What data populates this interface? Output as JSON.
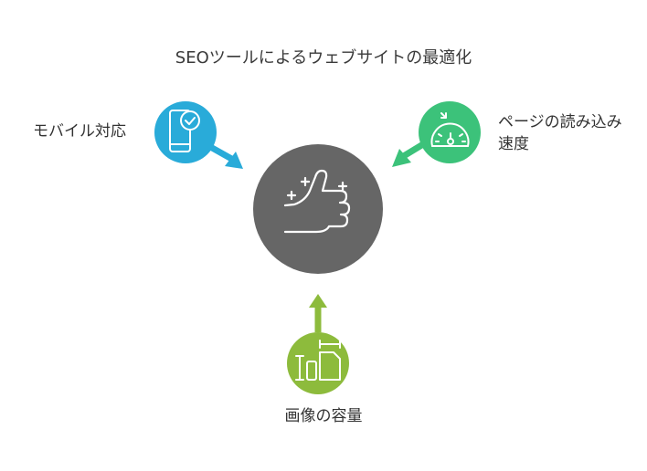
{
  "title": "SEOツールによるウェブサイトの最適化",
  "center": {
    "icon": "thumbs-up-icon",
    "color": "#666666"
  },
  "nodes": [
    {
      "id": "mobile",
      "label": "モバイル対応",
      "icon": "smartphone-check-icon",
      "color": "#29ABD9"
    },
    {
      "id": "speed",
      "label": "ページの読み込み速度",
      "icon": "speedometer-icon",
      "color": "#3CC27A"
    },
    {
      "id": "image",
      "label": "画像の容量",
      "icon": "image-size-icon",
      "color": "#8DBB3C"
    }
  ]
}
